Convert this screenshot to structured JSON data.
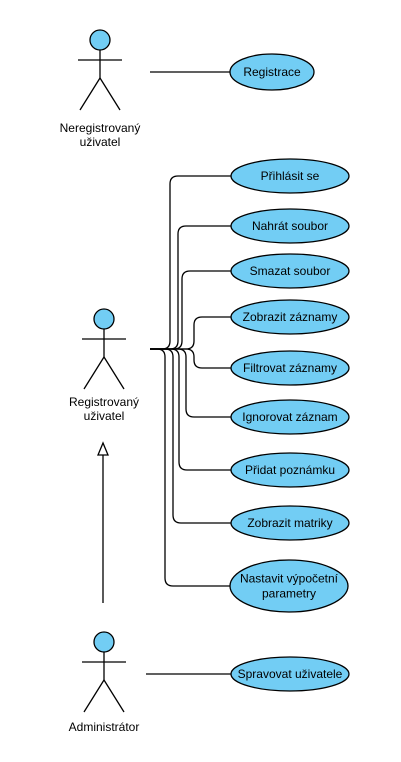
{
  "colors": {
    "usecase_fill": "#72CDF4",
    "actor_head_fill": "#72CDF4",
    "line": "#000000",
    "background": "#FFFFFF"
  },
  "actors": [
    {
      "id": "unregistered",
      "label_lines": [
        "Neregistrovaný",
        "uživatel"
      ]
    },
    {
      "id": "registered",
      "label_lines": [
        "Registrovaný",
        "uživatel"
      ]
    },
    {
      "id": "admin",
      "label_lines": [
        "Administrátor"
      ]
    }
  ],
  "use_cases": [
    {
      "id": "registrace",
      "actor": "unregistered",
      "label_lines": [
        "Registrace"
      ]
    },
    {
      "id": "prihlasit",
      "actor": "registered",
      "label_lines": [
        "Přihlásit se"
      ]
    },
    {
      "id": "nahrat",
      "actor": "registered",
      "label_lines": [
        "Nahrát soubor"
      ]
    },
    {
      "id": "smazat",
      "actor": "registered",
      "label_lines": [
        "Smazat soubor"
      ]
    },
    {
      "id": "zobrazit-zaznamy",
      "actor": "registered",
      "label_lines": [
        "Zobrazit záznamy"
      ]
    },
    {
      "id": "filtrovat",
      "actor": "registered",
      "label_lines": [
        "Filtrovat záznamy"
      ]
    },
    {
      "id": "ignorovat",
      "actor": "registered",
      "label_lines": [
        "Ignorovat záznam"
      ]
    },
    {
      "id": "pridat",
      "actor": "registered",
      "label_lines": [
        "Přidat poznámku"
      ]
    },
    {
      "id": "matriky",
      "actor": "registered",
      "label_lines": [
        "Zobrazit matriky"
      ]
    },
    {
      "id": "nastavit",
      "actor": "registered",
      "label_lines": [
        "Nastavit výpočetní",
        "parametry"
      ]
    },
    {
      "id": "spravovat",
      "actor": "admin",
      "label_lines": [
        "Spravovat uživatele"
      ]
    }
  ],
  "generalizations": [
    {
      "from": "admin",
      "to": "registered"
    }
  ]
}
